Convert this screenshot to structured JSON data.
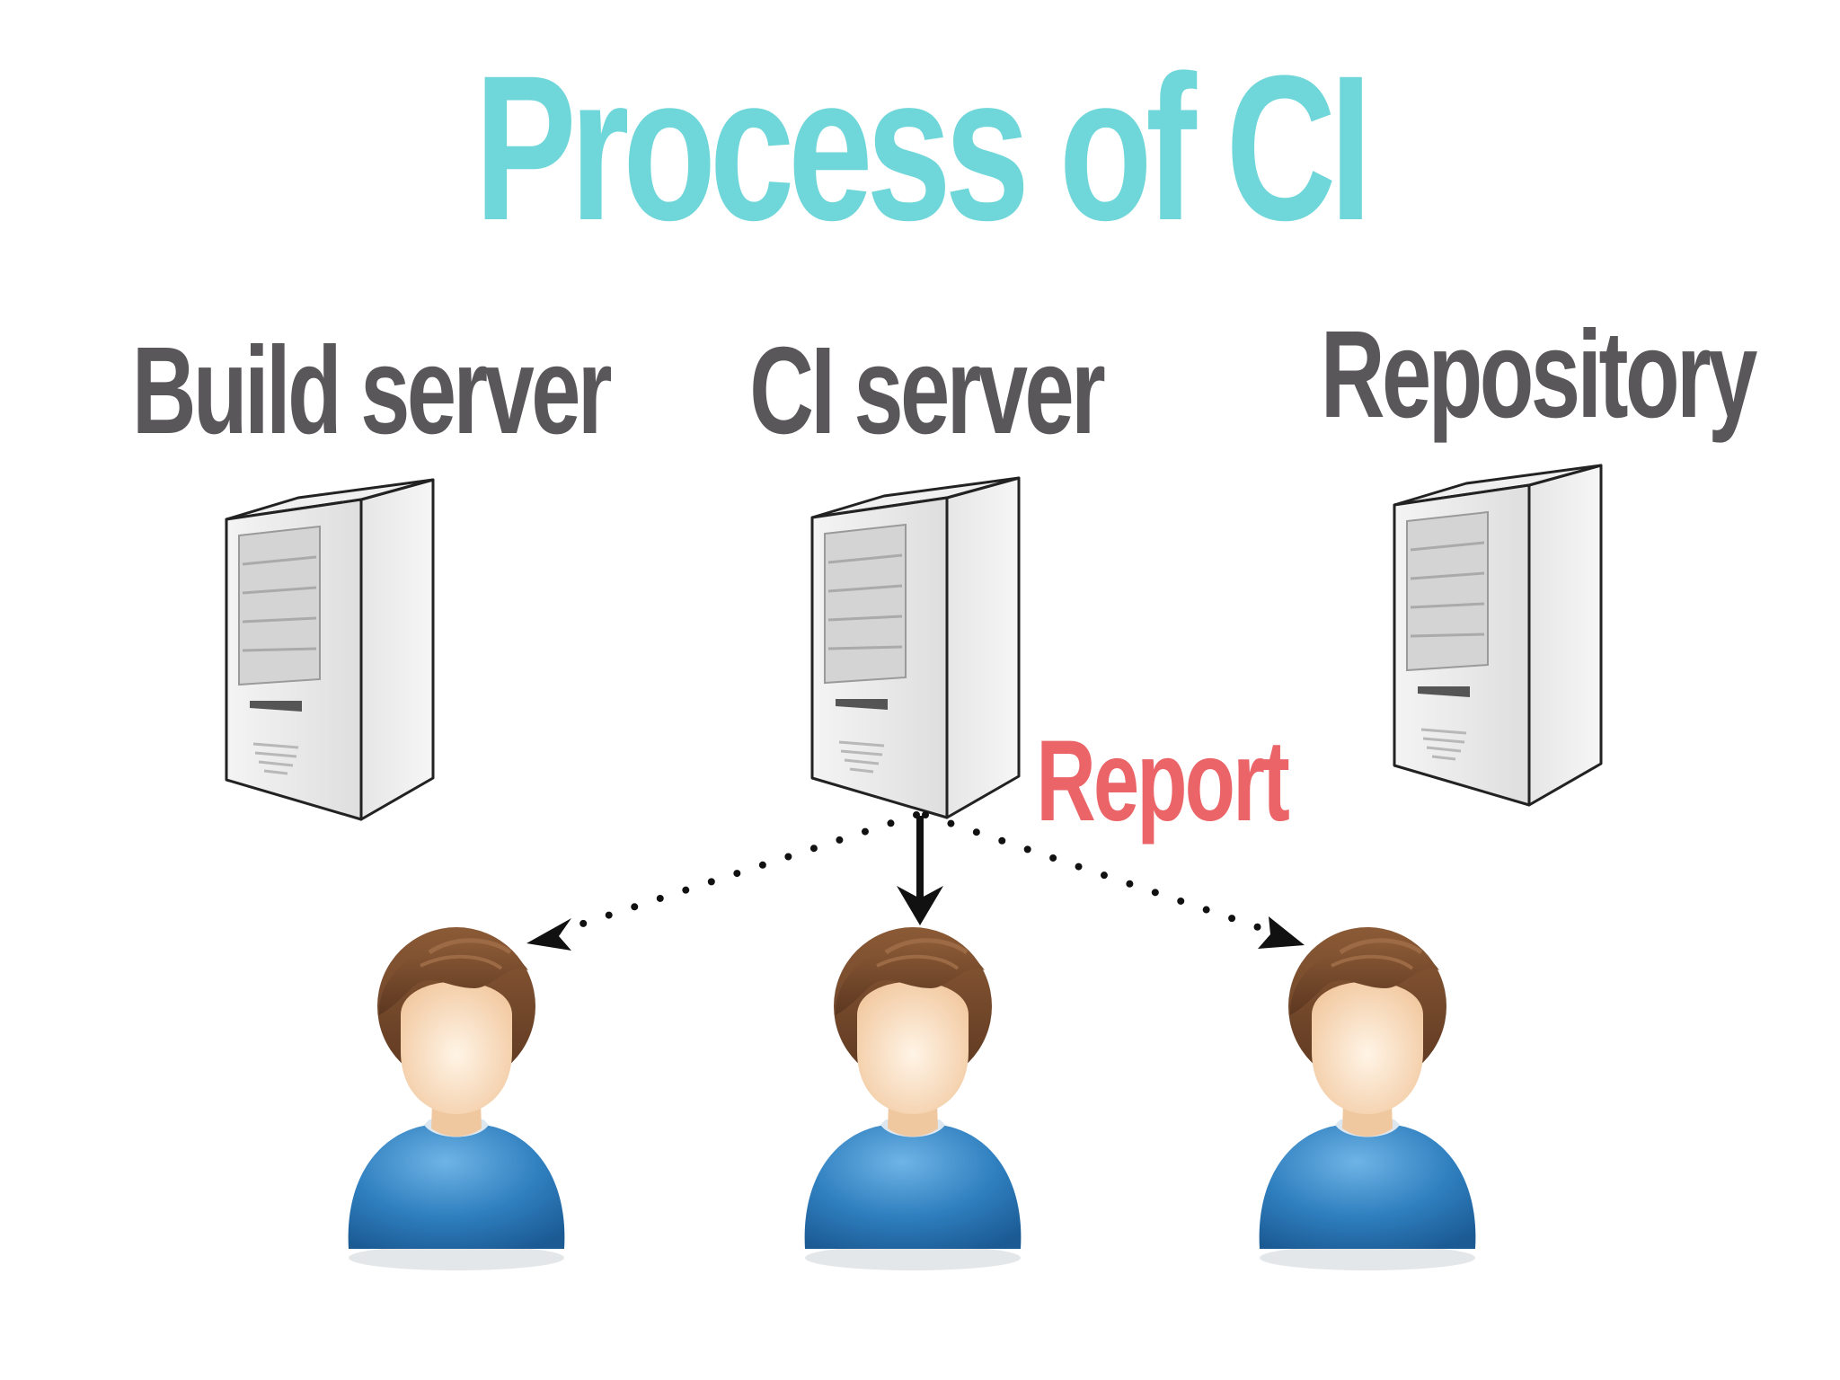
{
  "title": "Process of CI",
  "nodes": {
    "build_server": "Build server",
    "ci_server": "CI server",
    "repository": "Repository"
  },
  "report_label": "Report",
  "colors": {
    "title": "#6fd6d9",
    "node_label": "#5a575a",
    "report": "#ea6468",
    "arrow": "#111111",
    "server_front": "#e9e9e9",
    "server_side": "#dcdcdc",
    "user_shirt": "#2f7fbf",
    "user_hair": "#7a4c2e",
    "user_face": "#f7dcc1"
  },
  "icons": {
    "server": "server-tower-icon",
    "user": "user-avatar-icon"
  }
}
